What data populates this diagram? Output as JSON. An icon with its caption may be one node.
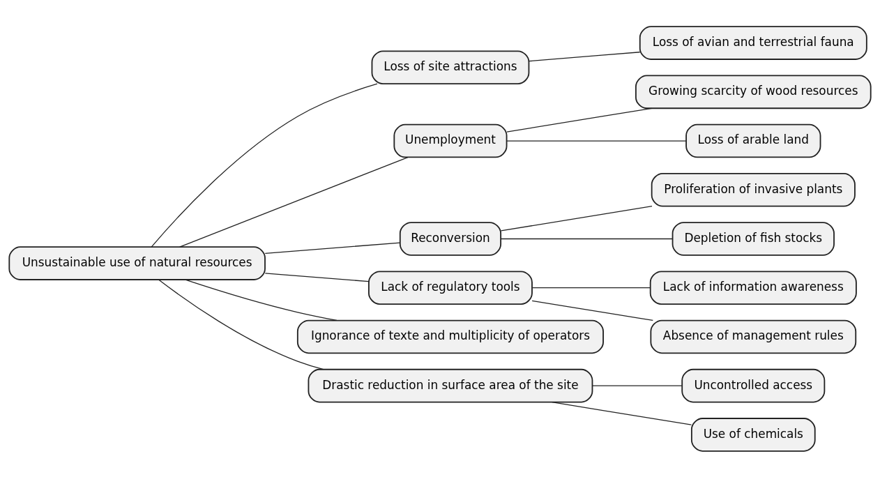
{
  "diagram": {
    "nodes": [
      {
        "text": [
          "Unsustainable use of natural resources"
        ]
      },
      {
        "text": [
          "Loss of site attractions"
        ]
      },
      {
        "text": [
          "Loss of avian and terrestrial fauna"
        ]
      },
      {
        "text": [
          "Unemployment"
        ]
      },
      {
        "text": [
          "Growing scarcity of wood resources"
        ]
      },
      {
        "text": [
          "Loss of arable land"
        ]
      },
      {
        "text": [
          "Reconversion"
        ]
      },
      {
        "text": [
          "Proliferation of invasive plants"
        ]
      },
      {
        "text": [
          "Depletion of fish stocks"
        ]
      },
      {
        "text": [
          "Lack of regulatory tools"
        ]
      },
      {
        "text": [
          "Lack of information awareness"
        ]
      },
      {
        "text": [
          "Absence of management rules"
        ]
      },
      {
        "text": [
          "Ignorance of texte and multiplicity of operators"
        ]
      },
      {
        "text": [
          "Drastic reduction in surface area of the site"
        ]
      },
      {
        "text": [
          "Uncontrolled access"
        ]
      },
      {
        "text": [
          "Use of chemicals"
        ]
      }
    ],
    "edges": [
      {
        "from": 0,
        "to": 1,
        "arrow": "none"
      },
      {
        "from": 1,
        "to": 2,
        "arrow": "none"
      },
      {
        "from": 0,
        "to": 3,
        "arrow": "none"
      },
      {
        "from": 3,
        "to": 4,
        "arrow": "none"
      },
      {
        "from": 3,
        "to": 5,
        "arrow": "none"
      },
      {
        "from": 0,
        "to": 6,
        "arrow": "none"
      },
      {
        "from": 6,
        "to": 7,
        "arrow": "none"
      },
      {
        "from": 6,
        "to": 8,
        "arrow": "none"
      },
      {
        "from": 0,
        "to": 9,
        "arrow": "none"
      },
      {
        "from": 9,
        "to": 10,
        "arrow": "none"
      },
      {
        "from": 9,
        "to": 11,
        "arrow": "none"
      },
      {
        "from": 0,
        "to": 12,
        "arrow": "none"
      },
      {
        "from": 0,
        "to": 13,
        "arrow": "none"
      },
      {
        "from": 13,
        "to": 14,
        "arrow": "none"
      },
      {
        "from": 13,
        "to": 15,
        "arrow": "none"
      }
    ]
  }
}
